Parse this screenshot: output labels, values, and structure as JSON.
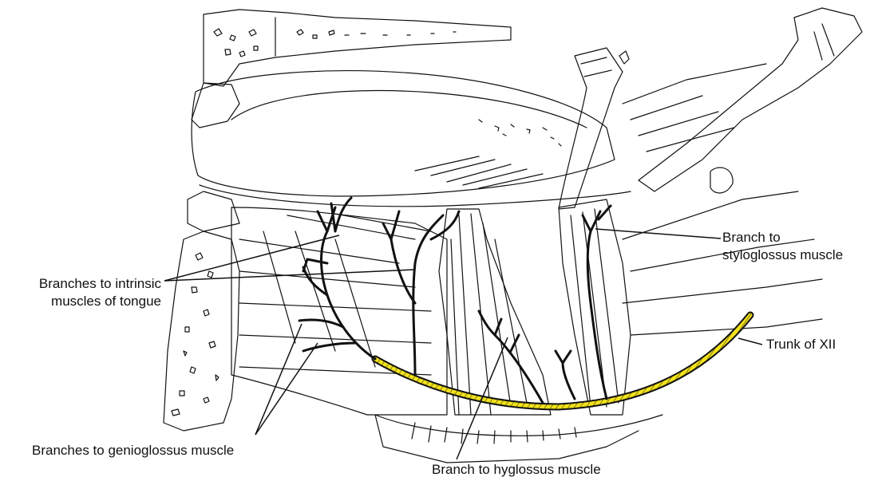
{
  "labels": {
    "intrinsic": [
      "Branches to intrinsic",
      "muscles of tongue"
    ],
    "styloglossus": [
      "Branch to",
      "styloglossus muscle"
    ],
    "trunk": "Trunk of XII",
    "genioglossus": "Branches to genioglossus muscle",
    "hyoglossus": "Branch to hyglossus muscle"
  },
  "colors": {
    "ink": "#111111",
    "nerve_fill": "#f2e21b",
    "background": "#ffffff"
  }
}
